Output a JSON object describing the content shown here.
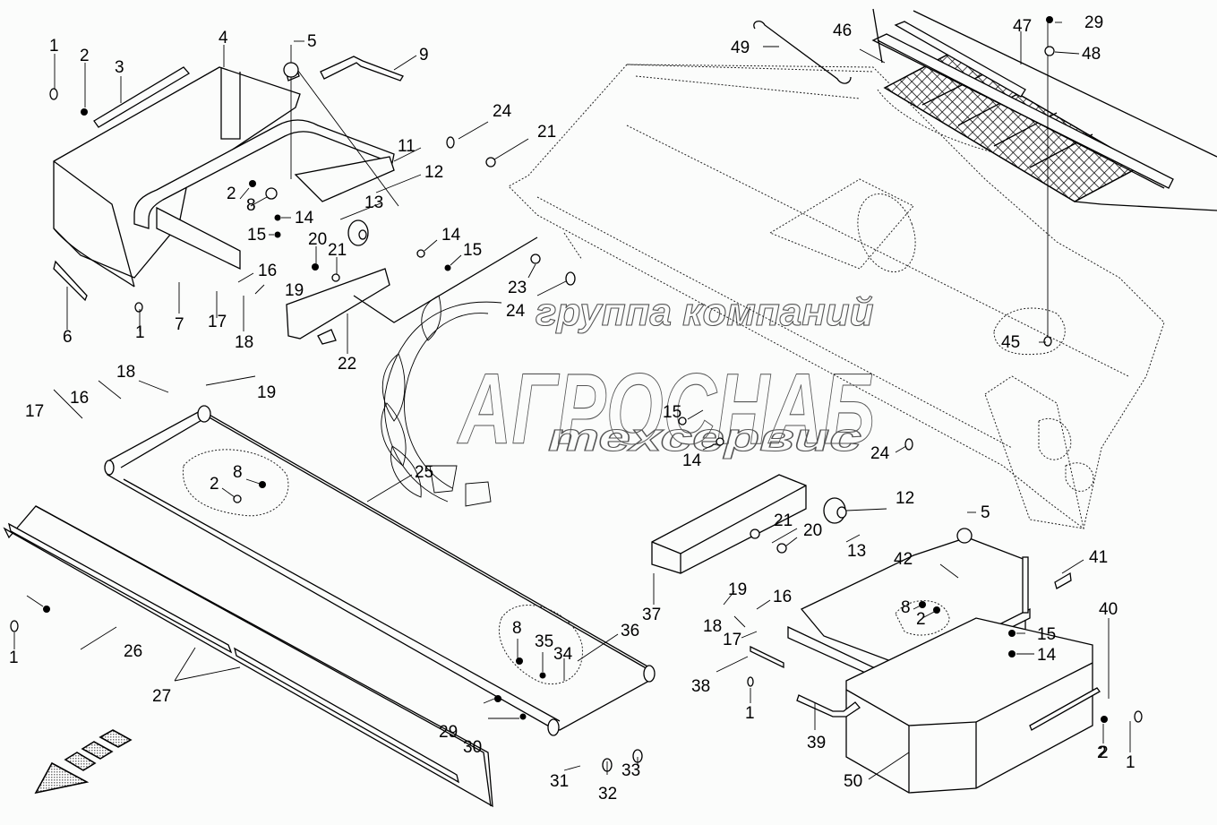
{
  "watermark": {
    "line1": "группа компаний",
    "line2": "АГРОСНАБ",
    "line3": "техсервис"
  },
  "callouts": [
    {
      "id": "c1a",
      "text": "1"
    },
    {
      "id": "c2a",
      "text": "2"
    },
    {
      "id": "c3",
      "text": "3"
    },
    {
      "id": "c4",
      "text": "4"
    },
    {
      "id": "c5a",
      "text": "5"
    },
    {
      "id": "c9",
      "text": "9"
    },
    {
      "id": "c24a",
      "text": "24"
    },
    {
      "id": "c21a",
      "text": "21"
    },
    {
      "id": "c11",
      "text": "11"
    },
    {
      "id": "c12a",
      "text": "12"
    },
    {
      "id": "c13a",
      "text": "13"
    },
    {
      "id": "c2b",
      "text": "2"
    },
    {
      "id": "c8a",
      "text": "8"
    },
    {
      "id": "c14a",
      "text": "14"
    },
    {
      "id": "c15a",
      "text": "15"
    },
    {
      "id": "c20a",
      "text": "20"
    },
    {
      "id": "c21b",
      "text": "21"
    },
    {
      "id": "c14b",
      "text": "14"
    },
    {
      "id": "c15b",
      "text": "15"
    },
    {
      "id": "c16a",
      "text": "16"
    },
    {
      "id": "c19a",
      "text": "19"
    },
    {
      "id": "c6",
      "text": "6"
    },
    {
      "id": "c7",
      "text": "7"
    },
    {
      "id": "c1b",
      "text": "1"
    },
    {
      "id": "c17a",
      "text": "17"
    },
    {
      "id": "c18a",
      "text": "18"
    },
    {
      "id": "c22",
      "text": "22"
    },
    {
      "id": "c23",
      "text": "23"
    },
    {
      "id": "c24b",
      "text": "24"
    },
    {
      "id": "c49",
      "text": "49"
    },
    {
      "id": "c46",
      "text": "46"
    },
    {
      "id": "c47",
      "text": "47"
    },
    {
      "id": "c29a",
      "text": "29"
    },
    {
      "id": "c48",
      "text": "48"
    },
    {
      "id": "c45",
      "text": "45"
    },
    {
      "id": "c18b",
      "text": "18"
    },
    {
      "id": "c19b",
      "text": "19"
    },
    {
      "id": "c16b",
      "text": "16"
    },
    {
      "id": "c17b",
      "text": "17"
    },
    {
      "id": "c25",
      "text": "25"
    },
    {
      "id": "c8b",
      "text": "8"
    },
    {
      "id": "c2c",
      "text": "2"
    },
    {
      "id": "c15c",
      "text": "15"
    },
    {
      "id": "c14c",
      "text": "14"
    },
    {
      "id": "c24c",
      "text": "24"
    },
    {
      "id": "c12b",
      "text": "12"
    },
    {
      "id": "c5b",
      "text": "5"
    },
    {
      "id": "c21c",
      "text": "21"
    },
    {
      "id": "c20b",
      "text": "20"
    },
    {
      "id": "c13b",
      "text": "13"
    },
    {
      "id": "c42",
      "text": "42"
    },
    {
      "id": "c41",
      "text": "41"
    },
    {
      "id": "c37",
      "text": "37"
    },
    {
      "id": "c19c",
      "text": "19"
    },
    {
      "id": "c16c",
      "text": "16"
    },
    {
      "id": "c18c",
      "text": "18"
    },
    {
      "id": "c17c",
      "text": "17"
    },
    {
      "id": "c8c",
      "text": "8"
    },
    {
      "id": "c2d",
      "text": "2"
    },
    {
      "id": "c15d",
      "text": "15"
    },
    {
      "id": "c14d",
      "text": "14"
    },
    {
      "id": "c40",
      "text": "40"
    },
    {
      "id": "c2e",
      "text": "2"
    },
    {
      "id": "c26",
      "text": "26"
    },
    {
      "id": "c1c",
      "text": "1"
    },
    {
      "id": "c27",
      "text": "27"
    },
    {
      "id": "c8d",
      "text": "8"
    },
    {
      "id": "c35",
      "text": "35"
    },
    {
      "id": "c34",
      "text": "34"
    },
    {
      "id": "c36",
      "text": "36"
    },
    {
      "id": "c29b",
      "text": "29"
    },
    {
      "id": "c30",
      "text": "30"
    },
    {
      "id": "c31",
      "text": "31"
    },
    {
      "id": "c32",
      "text": "32"
    },
    {
      "id": "c33",
      "text": "33"
    },
    {
      "id": "c38",
      "text": "38"
    },
    {
      "id": "c1d",
      "text": "1"
    },
    {
      "id": "c39",
      "text": "39"
    },
    {
      "id": "c50",
      "text": "50"
    },
    {
      "id": "c2f",
      "text": "2"
    },
    {
      "id": "c1e",
      "text": "1"
    }
  ]
}
